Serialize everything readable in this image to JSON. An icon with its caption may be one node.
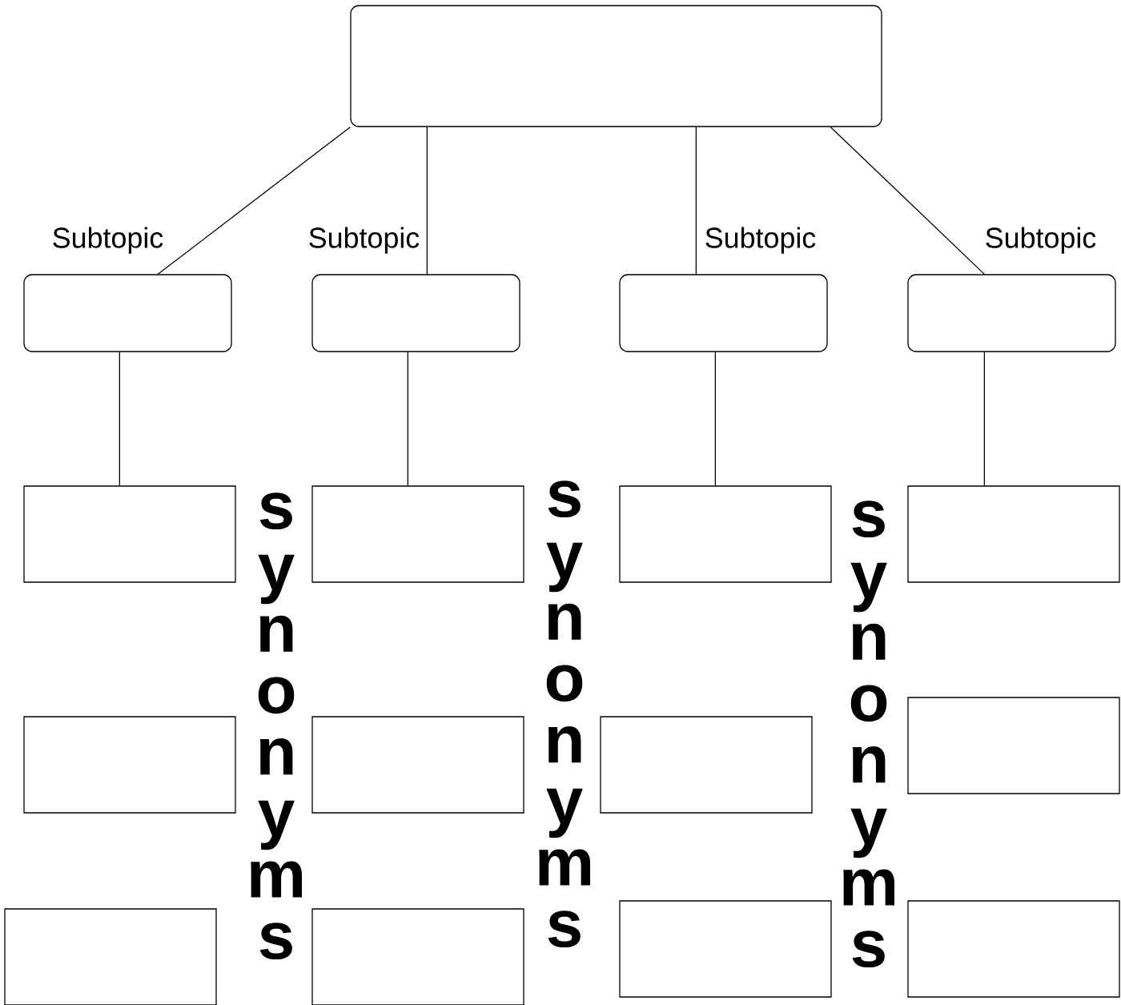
{
  "diagram": {
    "nodes": [
      {
        "text": [],
        "shape": "box"
      },
      {
        "text": [
          "Subtopic"
        ]
      },
      {
        "text": [
          "Subtopic"
        ]
      },
      {
        "text": [
          "Subtopic"
        ]
      },
      {
        "text": [
          "Subtopic"
        ]
      },
      {
        "text": [],
        "shape": "box"
      },
      {
        "text": [],
        "shape": "box"
      },
      {
        "text": [],
        "shape": "box"
      },
      {
        "text": [],
        "shape": "box"
      },
      {
        "text": [],
        "shape": "box"
      },
      {
        "text": [],
        "shape": "box"
      },
      {
        "text": [],
        "shape": "box"
      },
      {
        "text": [],
        "shape": "box"
      },
      {
        "text": [],
        "shape": "box"
      },
      {
        "text": [],
        "shape": "box"
      },
      {
        "text": [],
        "shape": "box"
      },
      {
        "text": [],
        "shape": "box"
      }
    ],
    "edges": [
      {
        "from": 0,
        "to": 1,
        "arrow": "none"
      },
      {
        "from": 0,
        "to": 2,
        "arrow": "none"
      },
      {
        "from": 0,
        "to": 3,
        "arrow": "none"
      },
      {
        "from": 0,
        "to": 4,
        "arrow": "none"
      },
      {
        "from": 1,
        "to": 5,
        "arrow": "none"
      },
      {
        "from": 2,
        "to": 6,
        "arrow": "none"
      },
      {
        "from": 3,
        "to": 7,
        "arrow": "none"
      },
      {
        "from": 4,
        "to": 8,
        "arrow": "none"
      }
    ],
    "labels": [
      "synonyms",
      "synonyms",
      "synonyms"
    ]
  }
}
